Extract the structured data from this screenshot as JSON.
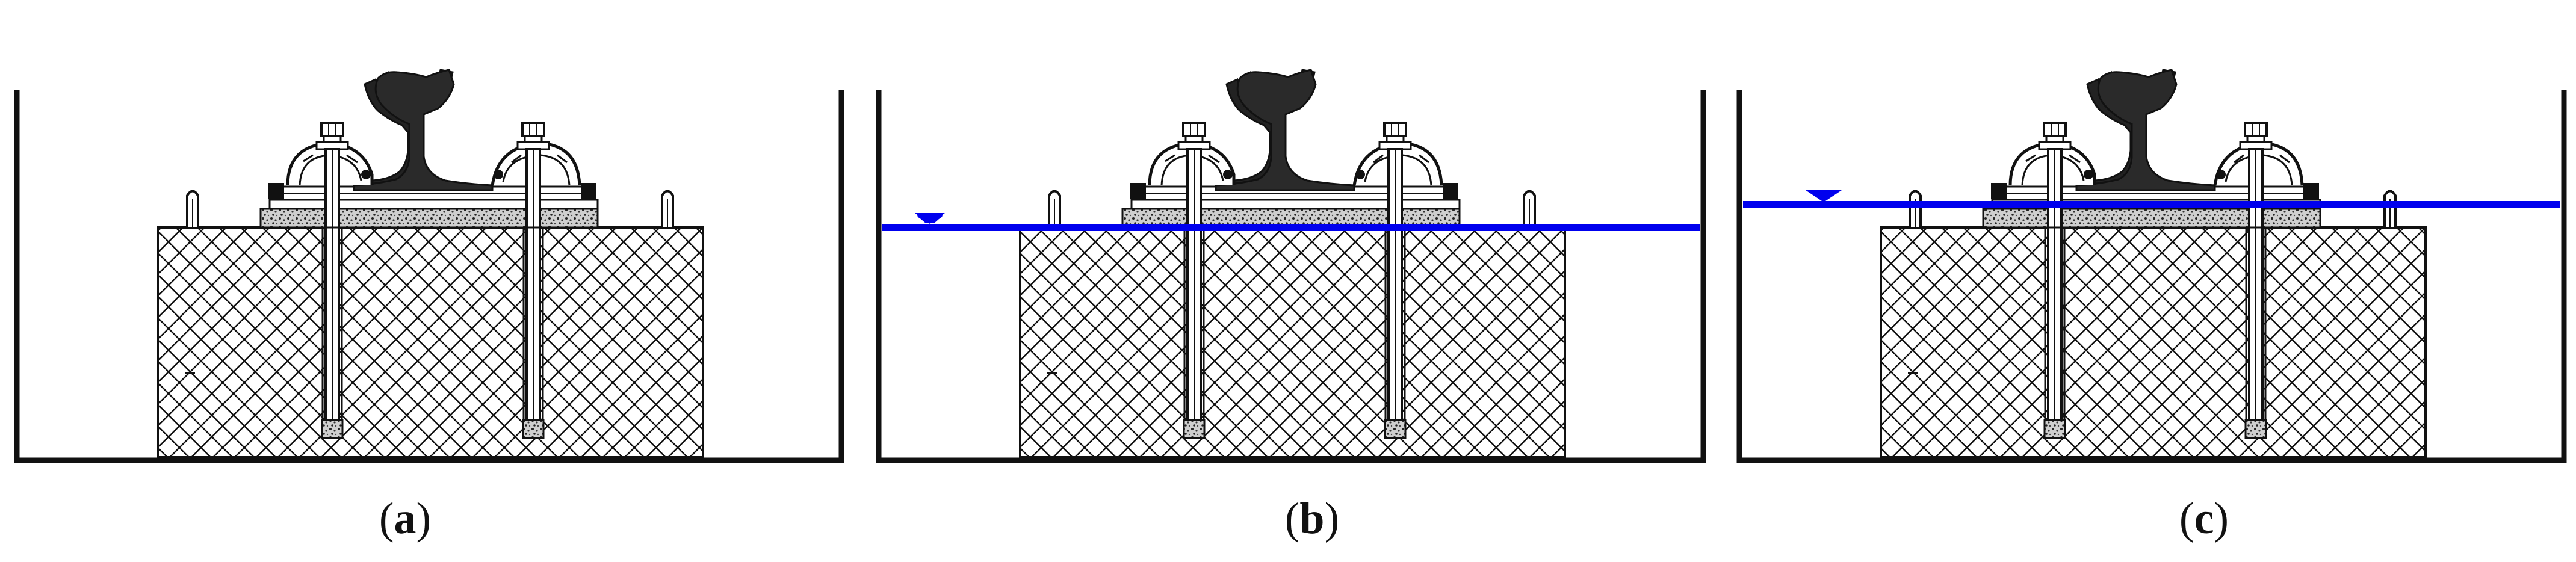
{
  "panels": [
    {
      "id": "a",
      "caption_open": "(",
      "caption_letter": "a",
      "caption_close": ")",
      "water": false
    },
    {
      "id": "b",
      "caption_open": "(",
      "caption_letter": "b",
      "caption_close": ")",
      "water": true,
      "water_level": "sleeper-top"
    },
    {
      "id": "c",
      "caption_open": "(",
      "caption_letter": "c",
      "caption_close": ")",
      "water": true,
      "water_level": "above-pad"
    }
  ],
  "colors": {
    "line": "#111111",
    "water": "#0000ee",
    "background": "#ffffff"
  }
}
